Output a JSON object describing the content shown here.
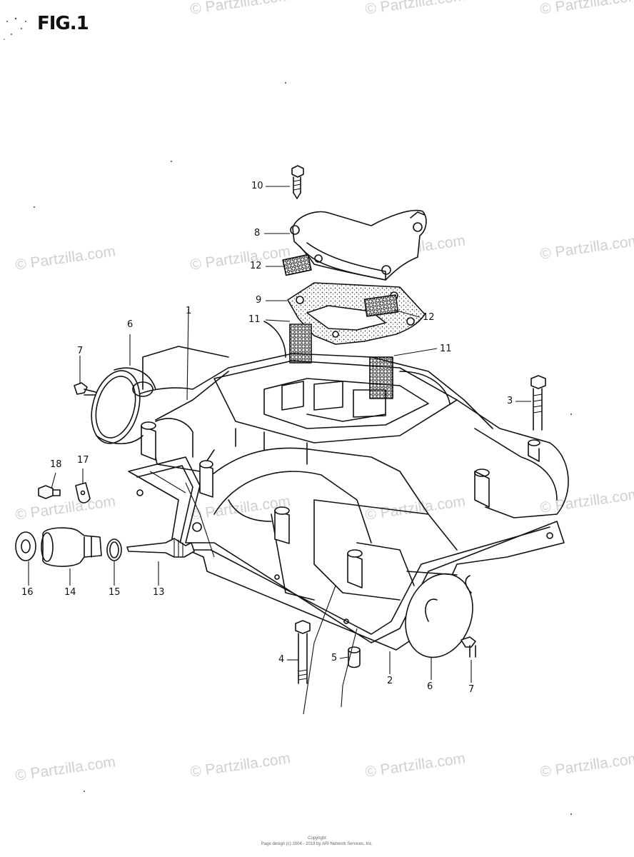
{
  "figure": {
    "title": "FIG.1",
    "watermark": "© Partzilla.com",
    "footer_line1": "Copyright",
    "footer_line2": "Page design (c) 2004 - 2019 by ARI Network Services, Inc."
  },
  "callouts": [
    {
      "id": "c10",
      "label": "10"
    },
    {
      "id": "c8",
      "label": "8"
    },
    {
      "id": "c12a",
      "label": "12"
    },
    {
      "id": "c9",
      "label": "9"
    },
    {
      "id": "c11a",
      "label": "11"
    },
    {
      "id": "c12b",
      "label": "12"
    },
    {
      "id": "c11b",
      "label": "11"
    },
    {
      "id": "c6a",
      "label": "6"
    },
    {
      "id": "c1",
      "label": "1"
    },
    {
      "id": "c7a",
      "label": "7"
    },
    {
      "id": "c3",
      "label": "3"
    },
    {
      "id": "c18",
      "label": "18"
    },
    {
      "id": "c17",
      "label": "17"
    },
    {
      "id": "c16",
      "label": "16"
    },
    {
      "id": "c14",
      "label": "14"
    },
    {
      "id": "c15",
      "label": "15"
    },
    {
      "id": "c13",
      "label": "13"
    },
    {
      "id": "c4",
      "label": "4"
    },
    {
      "id": "c5",
      "label": "5"
    },
    {
      "id": "c2",
      "label": "2"
    },
    {
      "id": "c6b",
      "label": "6"
    },
    {
      "id": "c7b",
      "label": "7"
    }
  ],
  "colors": {
    "ink": "#111111",
    "watermark": "#d0d0d0",
    "paper": "#ffffff"
  }
}
